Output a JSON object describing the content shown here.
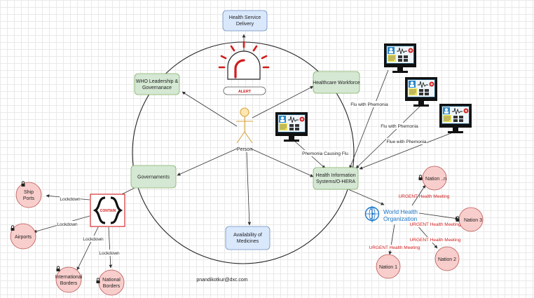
{
  "nodes": {
    "health_service_delivery": [
      "Health Service",
      "Delivery"
    ],
    "who_leadership": [
      "WHO Leadership &",
      "Governanace"
    ],
    "healthcare_workforce": "Healthcare Workforce",
    "governments": "Governaments",
    "health_information": [
      "Health Information",
      "Systems/O-HERA"
    ],
    "availability_medicines": [
      "Availability of",
      "Medicines"
    ],
    "person": "Person",
    "alert": "ALERT",
    "contain": "CONTAIN"
  },
  "outer_nodes": {
    "ship_ports": [
      "Ship",
      "Ports"
    ],
    "airports": "Airports",
    "international_borders": [
      "International",
      "Borders"
    ],
    "national_borders": [
      "National",
      "Borders"
    ],
    "nation_n": "Nation ..n",
    "nation_3": "Nation 3",
    "nation_2": "Nation 2",
    "nation_1": "Nation 1"
  },
  "edge_labels": {
    "lockdown_ship": "Lockdown",
    "lockdown_airports": "Lockdown",
    "lockdown_international": "Lockdown",
    "lockdown_national": "Lockdown",
    "flu_with_phemonia_1": "Flu with Phemonia",
    "flu_with_phemonia_2": "Flu with Phemonia",
    "flue_with_phemonia": "Flue with Phemonia",
    "phemonia_causing_flu": "Phemonia Causing Flu",
    "urgent_n": "URGENT Health Meeting",
    "urgent_3": "URGENT Health Meeting",
    "urgent_1": "URGENT Health Meeting"
  },
  "who_logo": {
    "line1": "World Health",
    "line2": "Organization"
  },
  "footer_email": "pnandikotkur@dxc.com",
  "colors": {
    "blue_fill": "#dae8fc",
    "blue_stroke": "#6c8ebf",
    "green_fill": "#d5e8d4",
    "green_stroke": "#82b366",
    "red_fill": "#f8cecc",
    "red_stroke": "#b85450",
    "alert_red": "#d01c1c",
    "urgent_red": "#d01c1c",
    "who_blue": "#1d78c9",
    "person_fill": "#ffe6b0",
    "person_stroke": "#d6a640"
  },
  "icons": [
    "alert-siren-icon",
    "person-icon",
    "monitor-icon",
    "lock-icon",
    "contain-brackets-icon",
    "who-emblem-icon"
  ]
}
